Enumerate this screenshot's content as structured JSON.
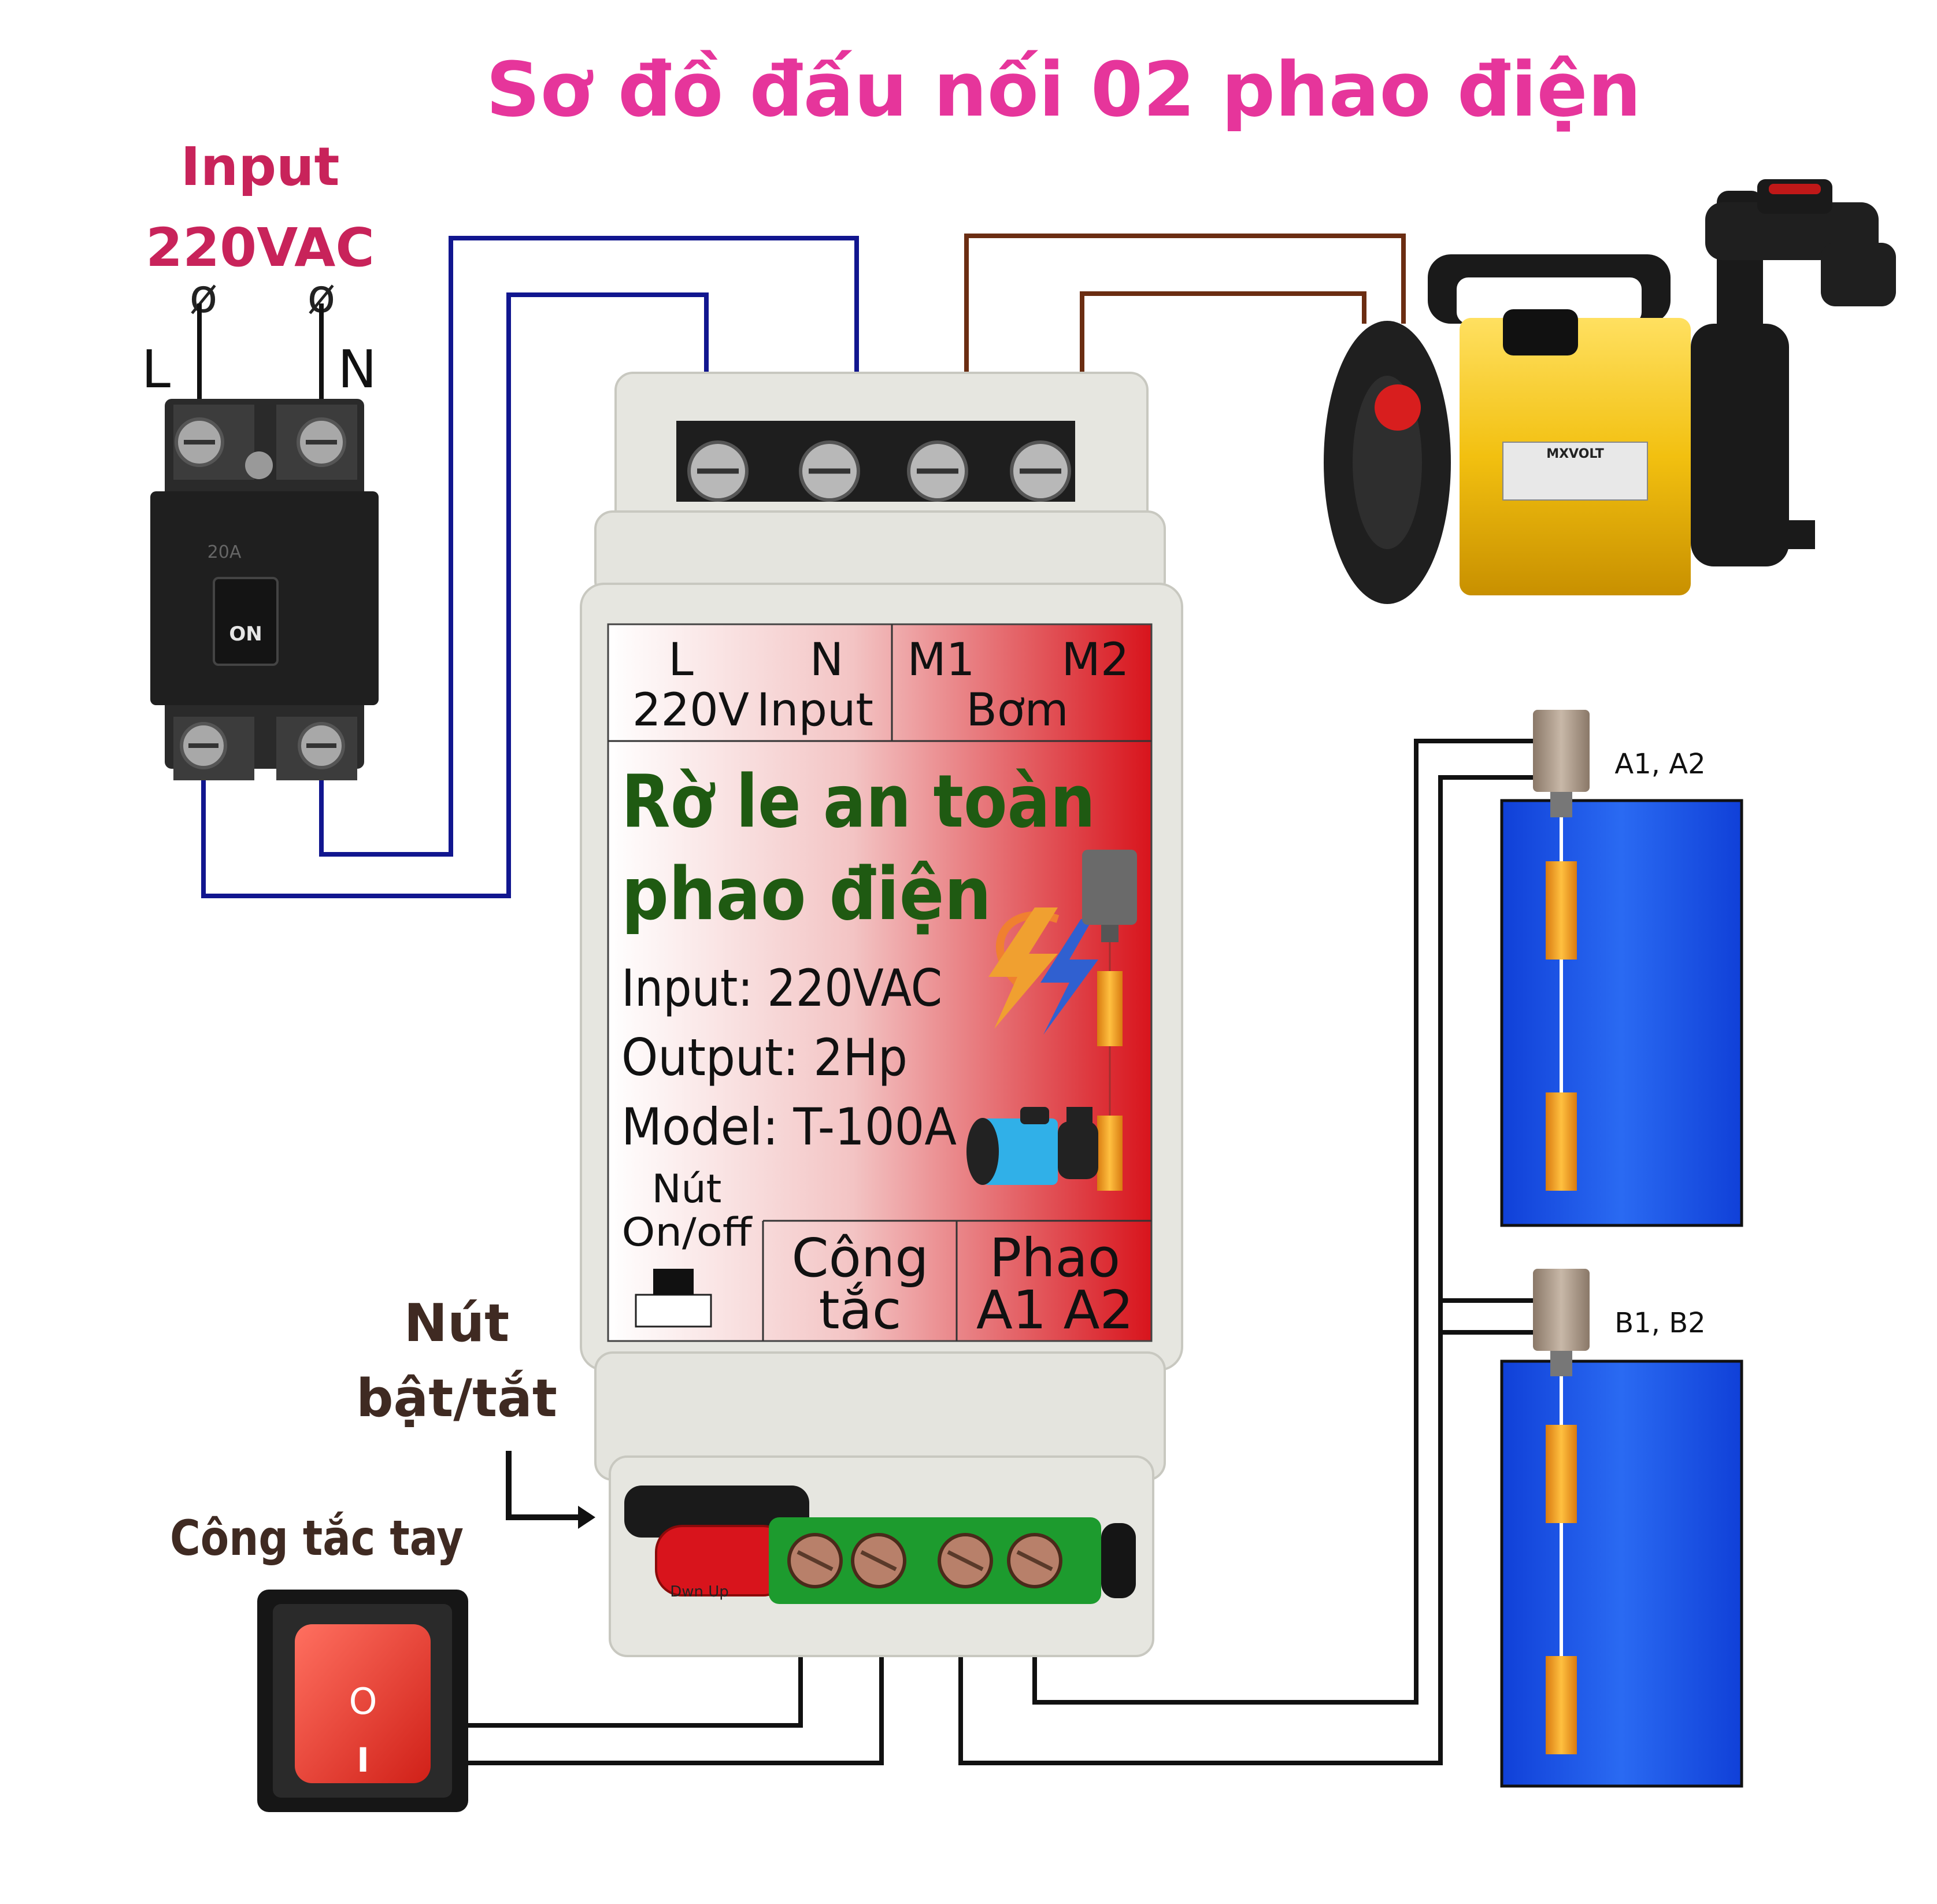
{
  "title": "Sơ đồ đấu nối 02 phao điện",
  "input": {
    "line1": "Input",
    "line2": "220VAC",
    "l": "L",
    "n": "N",
    "phase_symbol": "ø"
  },
  "breaker": {
    "rating": "20A",
    "state": "ON"
  },
  "relay": {
    "col_l": "L",
    "col_n": "N",
    "label_220v": "220V",
    "label_input": "Input",
    "col_m1": "M1",
    "col_m2": "M2",
    "label_bom": "Bơm",
    "name_line1": "Rờ le an toàn",
    "name_line2": "phao điện",
    "spec_input": "Input: 220VAC",
    "spec_output": "Output: 2Hp",
    "spec_model": "Model:  T-100A",
    "btn_line1": "Nút",
    "btn_line2": "On/off",
    "cong_tac_line1": "Công",
    "cong_tac_line2": "tắc",
    "phao_line1": "Phao",
    "phao_line2": "A1 A2",
    "terminal_print": "Dwn  Up"
  },
  "pump": {
    "brand": "MXVOLT"
  },
  "power_button": {
    "line1": "Nút",
    "line2": "bật/tắt"
  },
  "manual_switch": {
    "label": "Công tắc tay",
    "on_symbol": "O",
    "off_symbol": "I"
  },
  "sensors": {
    "top": "A1, A2",
    "bottom": "B1, B2"
  },
  "colors": {
    "title": "#e6359b",
    "input_label": "#c8235a",
    "label_brown": "#3f2a22",
    "relay_name": "#1f5a12",
    "wire_blue": "#11168f",
    "wire_brown": "#6b2d12",
    "tank": "#1450e0",
    "float": "#f0a02a",
    "relay_red": "#d8141c",
    "housing": "#e6e6e0"
  }
}
